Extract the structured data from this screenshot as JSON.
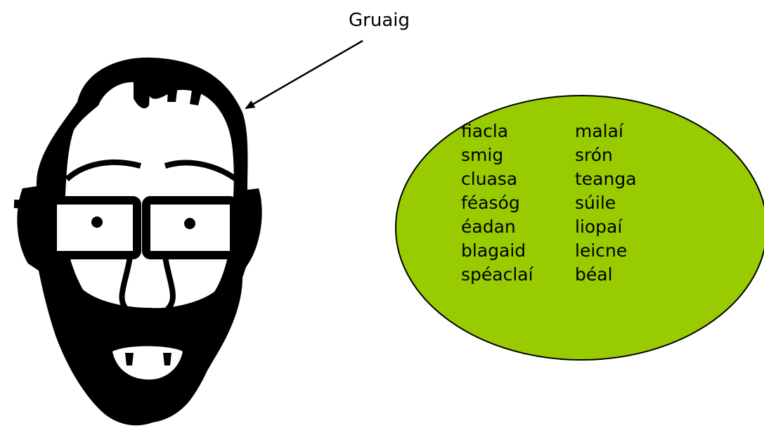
{
  "pointer_label": "Gruaig",
  "ellipse_color": "#99cc00",
  "words_left": [
    "fiacla",
    "smig",
    "cluasa",
    "féasóg",
    "éadan",
    "blagaid",
    "spéaclaí"
  ],
  "words_right": [
    "malaí",
    "srón",
    "teanga",
    "súile",
    "liopaí",
    "leicne",
    "béal"
  ]
}
